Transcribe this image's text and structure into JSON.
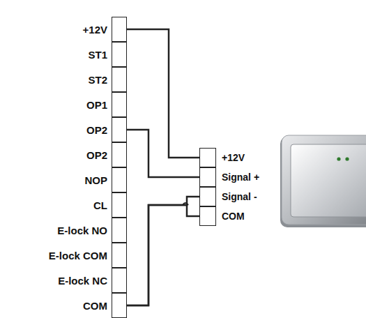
{
  "diagram": {
    "nodes": [
      {
        "text": [
          "+12V"
        ]
      },
      {
        "text": [
          "ST1"
        ]
      },
      {
        "text": [
          "ST2"
        ]
      },
      {
        "text": [
          "OP1"
        ]
      },
      {
        "text": [
          "OP2"
        ]
      },
      {
        "text": [
          "OP2"
        ]
      },
      {
        "text": [
          "NOP"
        ]
      },
      {
        "text": [
          "CL"
        ]
      },
      {
        "text": [
          "E-lock NO"
        ]
      },
      {
        "text": [
          "E-lock COM"
        ]
      },
      {
        "text": [
          "E-lock NC"
        ]
      },
      {
        "text": [
          "COM"
        ]
      },
      {
        "text": [
          "+12V"
        ]
      },
      {
        "text": [
          "Signal +"
        ]
      },
      {
        "text": [
          "Signal -"
        ]
      },
      {
        "text": [
          "COM"
        ]
      }
    ],
    "edges": [
      {
        "from": 0,
        "to": 12,
        "arrow": "none"
      },
      {
        "from": 4,
        "to": 13,
        "arrow": "none"
      },
      {
        "from": 11,
        "to": 14,
        "arrow": "none"
      },
      {
        "from": 11,
        "to": 15,
        "arrow": "none"
      }
    ]
  }
}
